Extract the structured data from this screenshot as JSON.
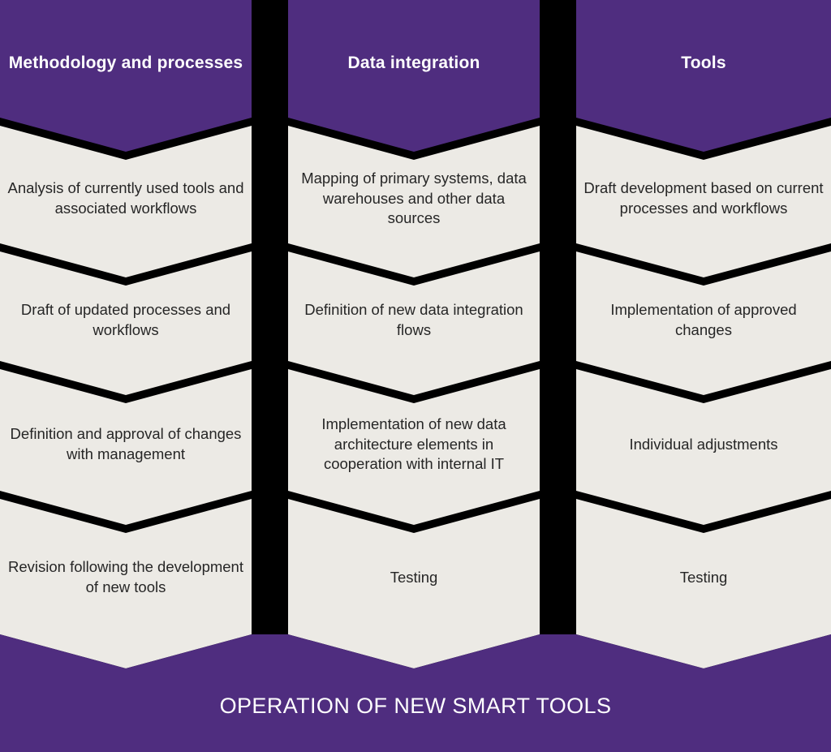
{
  "palette": {
    "background": "#000000",
    "header_purple": "#4F2D7F",
    "cell_beige": "#ECEAE5",
    "cell_text": "#262626",
    "header_text": "#FFFFFF",
    "footer_purple": "#4F2D7F",
    "footer_text": "#FFFFFF"
  },
  "columns": [
    {
      "id": "methodology-and-processes",
      "header": "Methodology and processes",
      "steps": [
        "Analysis of currently used tools and associated workflows",
        "Draft of updated processes and workflows",
        "Definition and approval of changes with management",
        "Revision following the development of new tools"
      ]
    },
    {
      "id": "data-integration",
      "header": "Data integration",
      "steps": [
        "Mapping of primary systems, data warehouses and other data sources",
        "Definition of new data integration flows",
        "Implementation of new data architecture elements in cooperation with internal IT",
        "Testing"
      ]
    },
    {
      "id": "tools",
      "header": "Tools",
      "steps": [
        "Draft development based on current processes and workflows",
        "Implementation of approved changes",
        "Individual adjustments",
        "Testing"
      ]
    }
  ],
  "footer": {
    "label": "OPERATION OF NEW SMART TOOLS"
  }
}
